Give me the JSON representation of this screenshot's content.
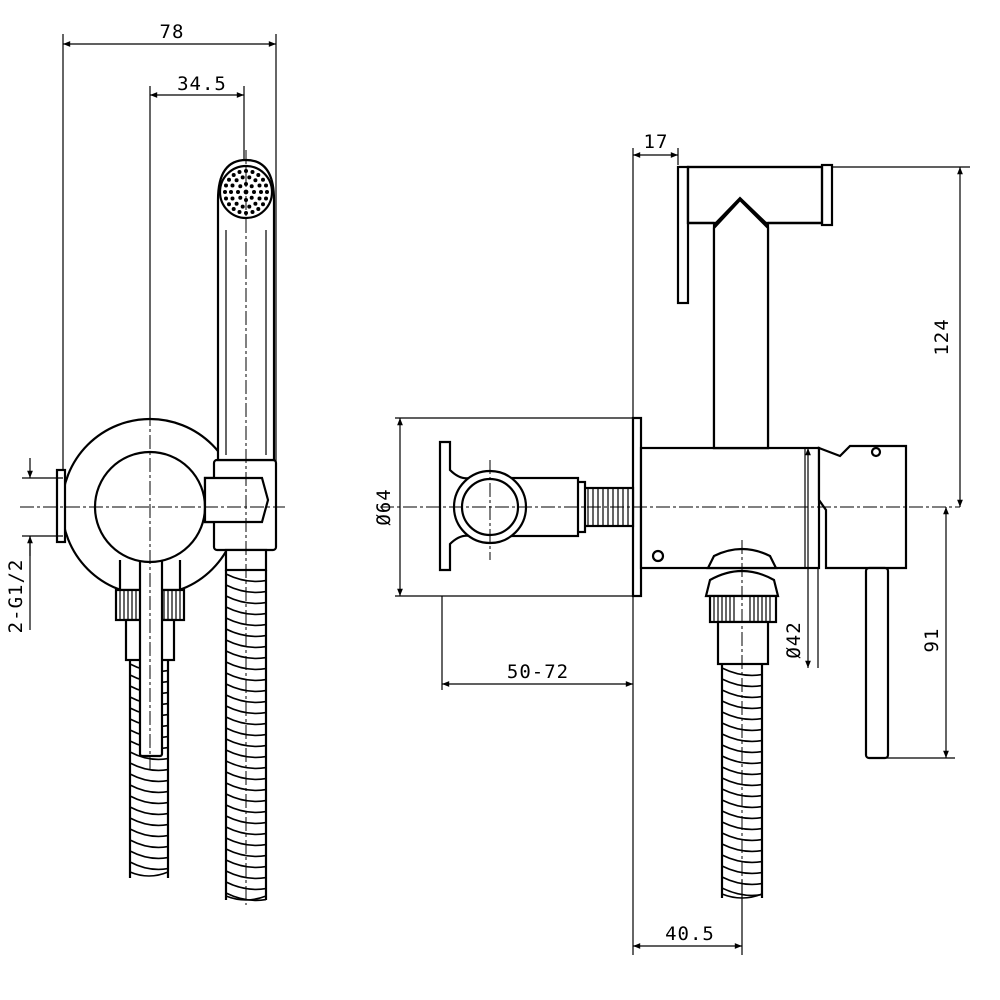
{
  "dimensions": {
    "front_width": "78",
    "front_offset": "34.5",
    "thread": "2-G1/2",
    "side_depth": "17",
    "sprayer_height": "124",
    "body_diameter": "Ø64",
    "wall_range": "50-72",
    "outlet_diameter": "Ø42",
    "lever_height": "91",
    "hose_offset": "40.5"
  }
}
